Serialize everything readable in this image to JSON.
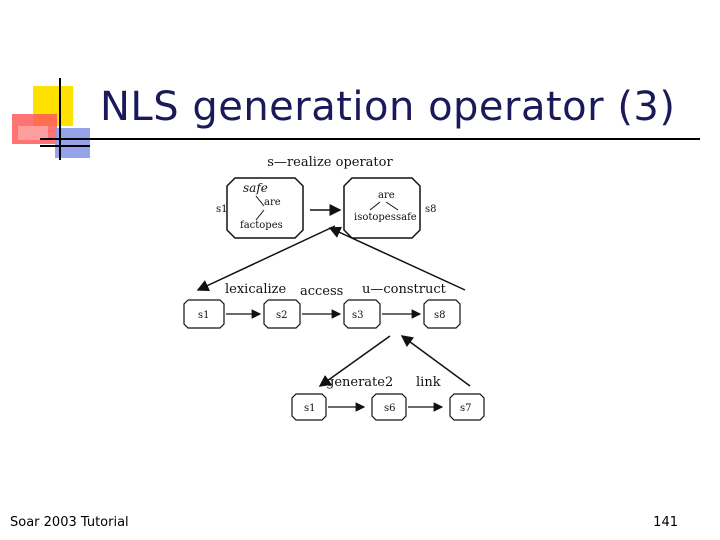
{
  "slide": {
    "title": "NLS generation operator  (3)",
    "footer_left": "Soar 2003 Tutorial",
    "page_number": "141"
  },
  "colors": {
    "title_text": "#1a1a5a",
    "logo_yellow": "#ffe000",
    "logo_red": "#ff3b3b",
    "logo_blue": "#6a7fd8",
    "diagram_ink": "#111111"
  },
  "diagram": {
    "top_label": "s—realize operator",
    "top_left_state": {
      "name": "s1",
      "head": "safe",
      "edge": "are",
      "leaf": "factopes"
    },
    "top_right_state": {
      "name": "s8",
      "edge": "are",
      "left": "isotopes",
      "right": "safe"
    },
    "row2": {
      "labels": [
        "lexicalize",
        "access",
        "u—construct"
      ],
      "states": [
        "s1",
        "s2",
        "s3",
        "s8"
      ]
    },
    "row3": {
      "labels": [
        "generate2",
        "link"
      ],
      "states": [
        "s1",
        "s6",
        "s7"
      ]
    }
  }
}
